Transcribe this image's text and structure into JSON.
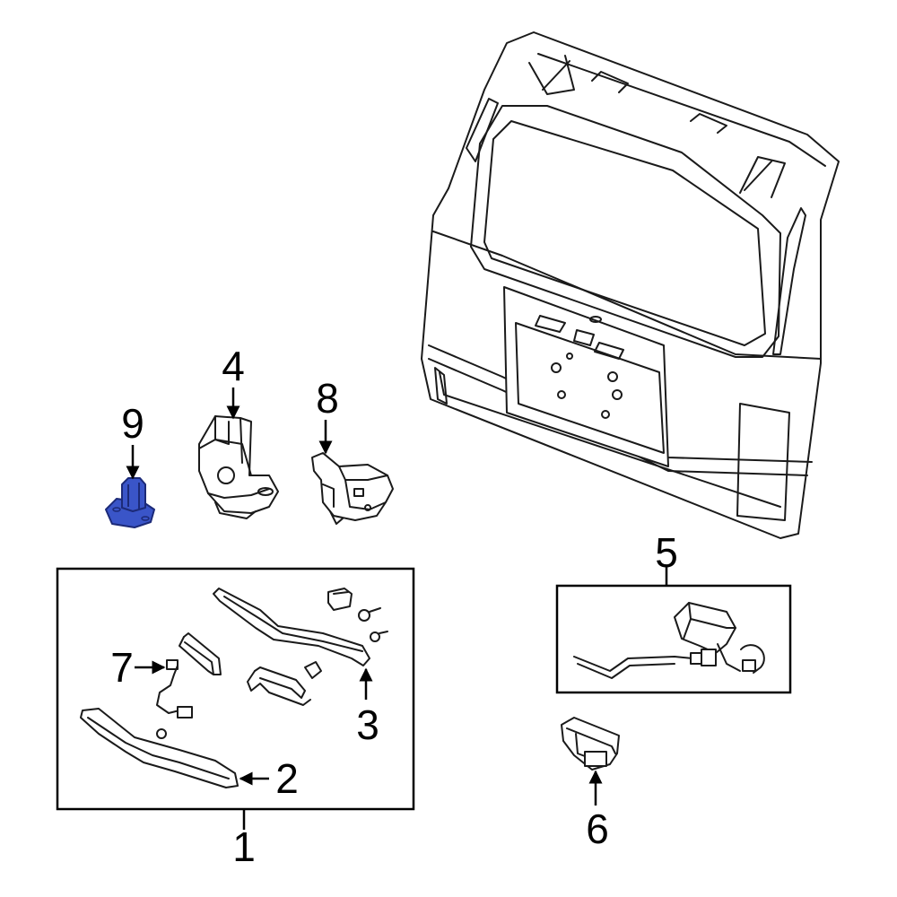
{
  "callouts": {
    "c1": "1",
    "c2": "2",
    "c3": "3",
    "c4": "4",
    "c5": "5",
    "c6": "6",
    "c7": "7",
    "c8": "8",
    "c9": "9"
  },
  "highlight": {
    "part": "9",
    "fill": "#3a55c8",
    "stroke": "#1c2a78"
  },
  "colors": {
    "line": "#1a1a1a",
    "background": "#ffffff"
  }
}
